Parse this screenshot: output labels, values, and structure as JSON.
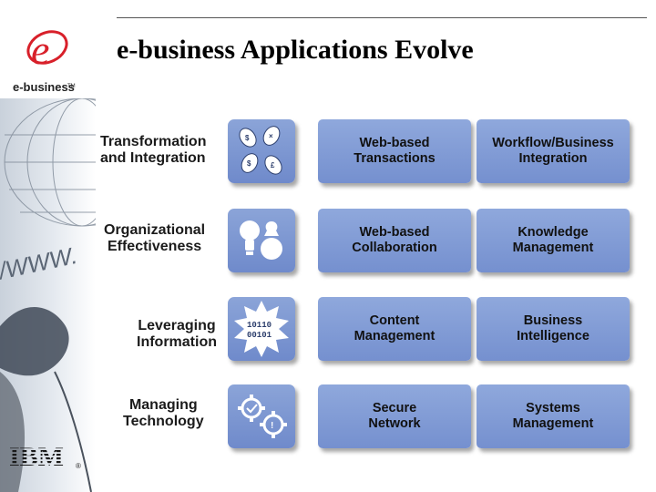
{
  "header": {
    "title": "e-business Applications Evolve",
    "logo_text": "e-business",
    "logo_tm": "TM"
  },
  "rows": [
    {
      "label": "Transformation\nand Integration",
      "icon": "exchange-mice-icon",
      "cards": [
        "Web-based\nTransactions",
        "Workflow/Business\nIntegration"
      ]
    },
    {
      "label": "Organizational\nEffectiveness",
      "icon": "bulb-chess-icon",
      "cards": [
        "Web-based\nCollaboration",
        "Knowledge\nManagement"
      ]
    },
    {
      "label": "Leveraging\nInformation",
      "icon": "binary-burst-icon",
      "cards": [
        "Content\nManagement",
        "Business\nIntelligence"
      ]
    },
    {
      "label": "Managing\nTechnology",
      "icon": "gears-icon",
      "cards": [
        "Secure\nNetwork",
        "Systems\nManagement"
      ]
    }
  ],
  "footer": {
    "brand": "IBM",
    "registered": "®"
  },
  "decor": {
    "www_text": "/WWW.",
    "colors": {
      "tile": "#7b95d2",
      "logo_red": "#d8202a"
    }
  }
}
